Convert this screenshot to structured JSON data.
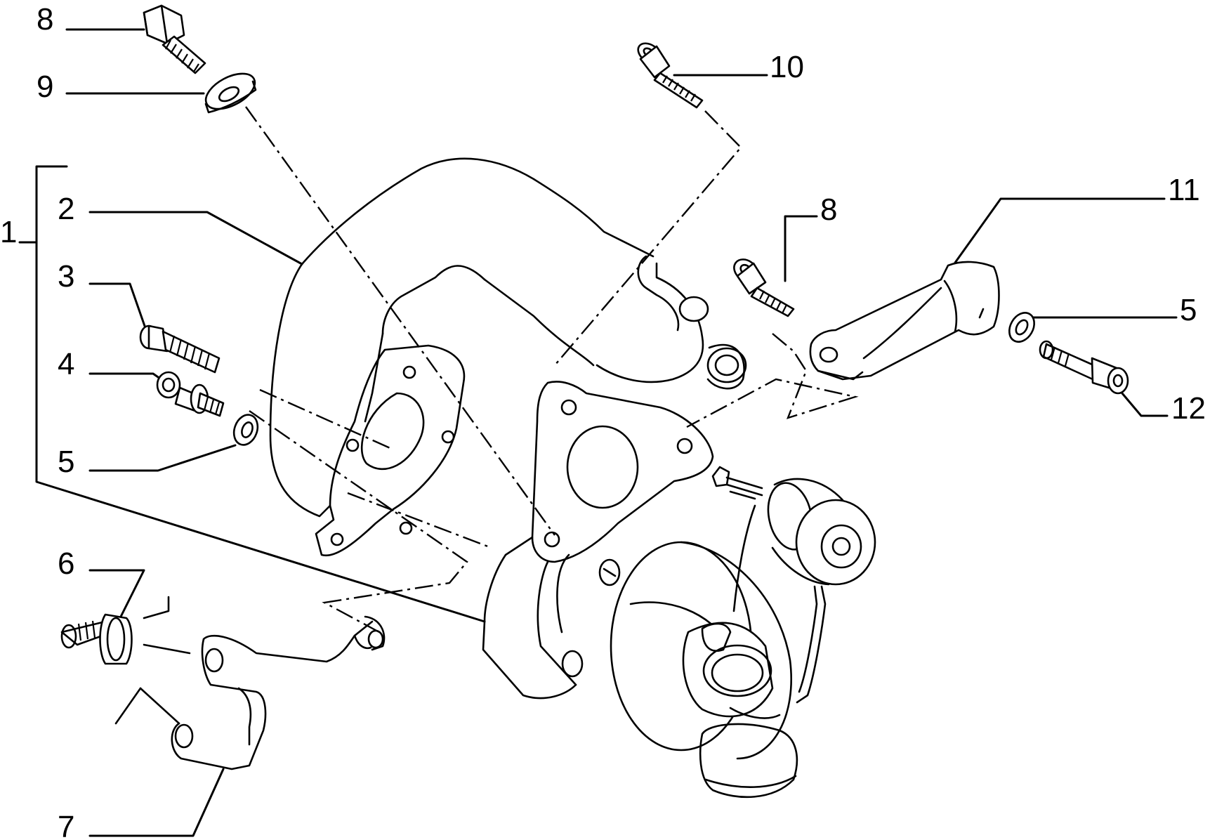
{
  "callouts": [
    {
      "id": "8a",
      "label": "8"
    },
    {
      "id": "9",
      "label": "9"
    },
    {
      "id": "10",
      "label": "10"
    },
    {
      "id": "1",
      "label": "1"
    },
    {
      "id": "2",
      "label": "2"
    },
    {
      "id": "3",
      "label": "3"
    },
    {
      "id": "4",
      "label": "4"
    },
    {
      "id": "5a",
      "label": "5"
    },
    {
      "id": "6",
      "label": "6"
    },
    {
      "id": "7",
      "label": "7"
    },
    {
      "id": "8b",
      "label": "8"
    },
    {
      "id": "11",
      "label": "11"
    },
    {
      "id": "5b",
      "label": "5"
    },
    {
      "id": "12",
      "label": "12"
    }
  ],
  "colors": {
    "ink": "#000000",
    "paper": "#ffffff"
  }
}
